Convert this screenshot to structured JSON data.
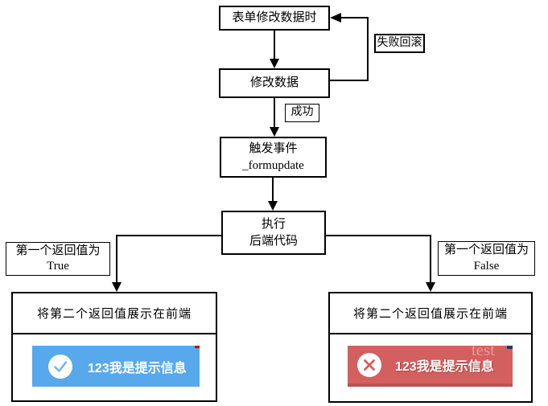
{
  "flowchart": {
    "nodes": {
      "form_edit": {
        "label": "表单修改数据时"
      },
      "modify": {
        "label": "修改数据"
      },
      "trigger": {
        "line1": "触发事件",
        "line2": "_formupdate"
      },
      "execute": {
        "line1": "执行",
        "line2": "后端代码"
      }
    },
    "edge_labels": {
      "rollback": "失败回滚",
      "success": "成功"
    },
    "branches": {
      "true": {
        "line1": "第一个返回值为",
        "line2": "True"
      },
      "false": {
        "line1": "第一个返回值为",
        "line2": "False"
      }
    },
    "results": {
      "left": {
        "title": "将第二个返回值展示在前端",
        "toast": {
          "icon": "check-icon",
          "text": "123我是提示信息"
        }
      },
      "right": {
        "title": "将第二个返回值展示在前端",
        "toast": {
          "icon": "close-icon",
          "text": "123我是提示信息"
        },
        "watermark": "test"
      }
    }
  },
  "colors": {
    "line": "#000000",
    "toast_success_bg": "#58a8ec",
    "toast_error_bg": "#d45f5f",
    "check_icon_stroke": "#6fb4ee",
    "cross_icon_stroke": "#d45f5f",
    "toast_text": "#ffffff"
  }
}
